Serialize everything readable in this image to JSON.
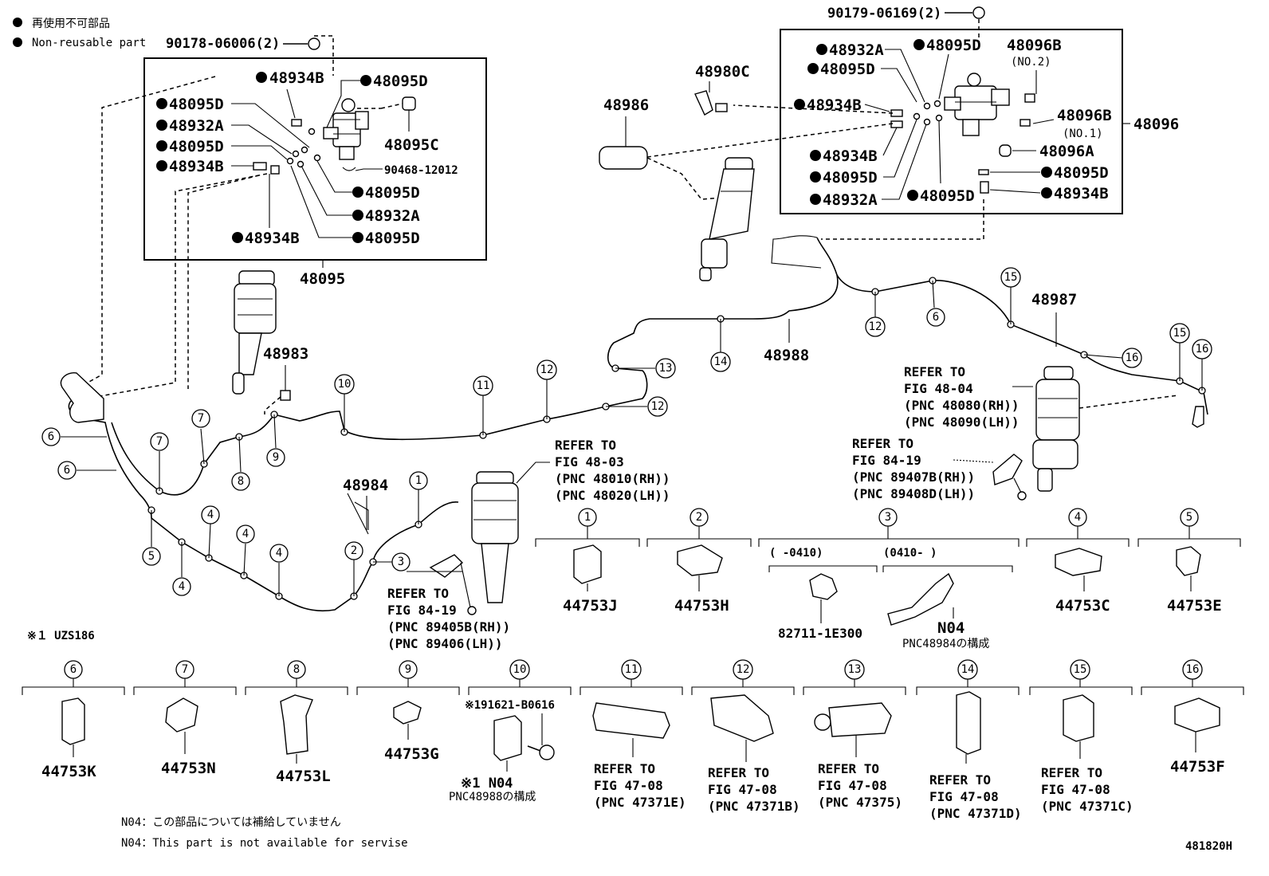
{
  "legend": {
    "jp": "再使用不可部品",
    "en": "Non-reusable part"
  },
  "left_box": {
    "bolt": "90178-06006(2)",
    "label": "48095",
    "parts": {
      "p48934B_top": "48934B",
      "p48095D_top": "48095D",
      "p48095D_a": "48095D",
      "p48932A": "48932A",
      "p48095D_b": "48095D",
      "p48934B_b": "48934B",
      "p48095C": "48095C",
      "p90468": "90468-12012",
      "p48095D_r1": "48095D",
      "p48932A_r": "48932A",
      "p48934B_bottom": "48934B",
      "p48095D_r2": "48095D"
    }
  },
  "right_box": {
    "bolt": "90179-06169(2)",
    "label": "48096",
    "parts": {
      "p48932A_t": "48932A",
      "p48095D_t": "48095D",
      "p48096B2": "48096B",
      "no2": "(NO.2)",
      "p48095D_l": "48095D",
      "p48934B_l": "48934B",
      "p48096B1": "48096B",
      "no1": "(NO.1)",
      "p48934B_l2": "48934B",
      "p48096A": "48096A",
      "p48095D_l2": "48095D",
      "p48095D_r": "48095D",
      "p48932A_b": "48932A",
      "p48095D_b": "48095D",
      "p48934B_r": "48934B"
    }
  },
  "labels": {
    "p48980C": "48980C",
    "p48986": "48986",
    "p48983": "48983",
    "p48984": "48984",
    "p48988": "48988",
    "p48987": "48987",
    "footnote": "※１ UZS186",
    "n04_jp": "N04：この部品については補給していません",
    "n04_en": "N04：This part is not available for servise",
    "fig_id": "481820H"
  },
  "refs": {
    "front": [
      "REFER TO",
      "FIG 48-03",
      "(PNC 48010(RH))",
      "(PNC 48020(LH))"
    ],
    "height_front": [
      "REFER TO",
      "FIG 84-19",
      "(PNC 89405B(RH))",
      "(PNC 89406(LH))"
    ],
    "rear": [
      "REFER TO",
      "FIG 48-04",
      "(PNC 48080(RH))",
      "(PNC 48090(LH))"
    ],
    "height_rear": [
      "REFER TO",
      "FIG 84-19",
      "(PNC 89407B(RH))",
      "(PNC 89408D(LH))"
    ]
  },
  "clamps": [
    {
      "num": "1",
      "lines": [
        "44753J"
      ]
    },
    {
      "num": "2",
      "lines": [
        "44753H"
      ]
    },
    {
      "num": "3",
      "dates": [
        "(       -0410)",
        "(0410-       )"
      ],
      "lines": [
        "82711-1E300"
      ],
      "lines2": [
        "N04",
        "PNC48984の構成"
      ]
    },
    {
      "num": "4",
      "lines": [
        "44753C"
      ]
    },
    {
      "num": "5",
      "lines": [
        "44753E"
      ]
    },
    {
      "num": "6",
      "lines": [
        "44753K"
      ]
    },
    {
      "num": "7",
      "lines": [
        "44753N"
      ]
    },
    {
      "num": "8",
      "lines": [
        "44753L"
      ]
    },
    {
      "num": "9",
      "lines": [
        "44753G"
      ]
    },
    {
      "num": "10",
      "top": "※191621-B0616",
      "lines": [
        "※1 N04",
        "PNC48988の構成"
      ]
    },
    {
      "num": "11",
      "lines": [
        "REFER TO",
        "FIG 47-08",
        "(PNC 47371E)"
      ]
    },
    {
      "num": "12",
      "lines": [
        "REFER TO",
        "FIG 47-08",
        "(PNC 47371B)"
      ]
    },
    {
      "num": "13",
      "lines": [
        "REFER TO",
        "FIG 47-08",
        "(PNC 47375)"
      ]
    },
    {
      "num": "14",
      "lines": [
        "REFER TO",
        "FIG 47-08",
        "(PNC 47371D)"
      ]
    },
    {
      "num": "15",
      "lines": [
        "REFER TO",
        "FIG 47-08",
        "(PNC 47371C)"
      ]
    },
    {
      "num": "16",
      "lines": [
        "44753F"
      ]
    }
  ],
  "callouts": {
    "c1": "1",
    "c2": "2",
    "c3": "3",
    "c4a": "4",
    "c4b": "4",
    "c4c": "4",
    "c4d": "4",
    "c5": "5",
    "c6a": "6",
    "c6b": "6",
    "c7a": "7",
    "c7b": "7",
    "c8": "8",
    "c9": "9",
    "c10": "10",
    "c11": "11",
    "c12a": "12",
    "c12b": "12",
    "c12c": "12",
    "c13": "13",
    "c14": "14",
    "c15a": "15",
    "c15b": "15",
    "c16a": "16",
    "c16b": "16",
    "c6c": "6"
  }
}
